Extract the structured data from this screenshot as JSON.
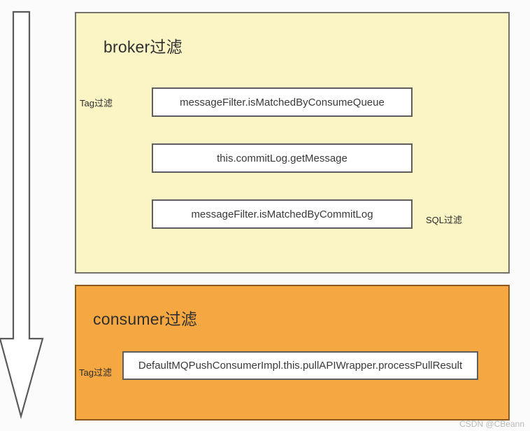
{
  "diagram": {
    "title_hidden": "",
    "arrow": {
      "name": "downward-flow-arrow",
      "direction": "down",
      "fill": "#ffffff",
      "stroke": "#5a5a5a"
    },
    "background_color": "#fbfbfb",
    "sections": [
      {
        "key": "broker",
        "title": "broker过滤",
        "fill": "#fbf5c6",
        "border": "#72726a",
        "labels": [
          {
            "name": "tag-filter-label",
            "text": "Tag过滤"
          },
          {
            "name": "sql-filter-label",
            "text": "SQL过滤"
          }
        ],
        "boxes": [
          {
            "name": "code-box-is-matched-by-consume-queue",
            "text": "messageFilter.isMatchedByConsumeQueue"
          },
          {
            "name": "code-box-commitlog-get-message",
            "text": "this.commitLog.getMessage"
          },
          {
            "name": "code-box-is-matched-by-commitlog",
            "text": "messageFilter.isMatchedByCommitLog"
          }
        ]
      },
      {
        "key": "consumer",
        "title": "consumer过滤",
        "fill": "#f5a841",
        "border": "#8a5a1c",
        "labels": [
          {
            "name": "tag-filter-label",
            "text": "Tag过滤"
          }
        ],
        "boxes": [
          {
            "name": "code-box-process-pull-result",
            "text": "DefaultMQPushConsumerImpl.this.pullAPIWrapper.processPullResult"
          }
        ]
      }
    ],
    "watermark": "CSDN @CBeann"
  }
}
